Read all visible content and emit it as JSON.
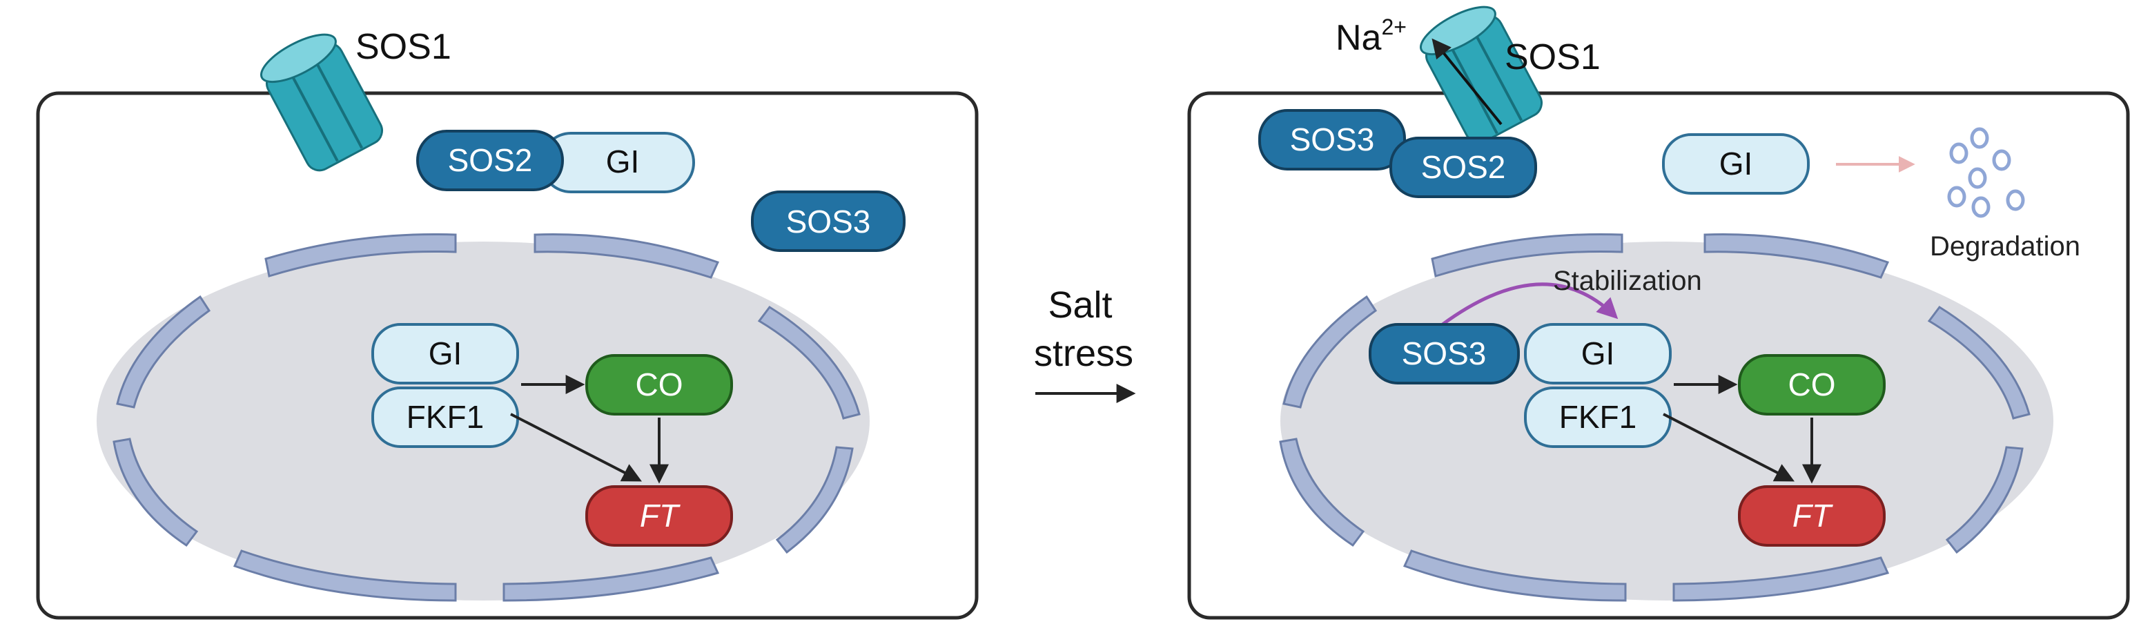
{
  "left_panel": {
    "sos1_label": "SOS1",
    "sos2_label": "SOS2",
    "gi_cyto_label": "GI",
    "sos3_label": "SOS3",
    "gi_nuc_label": "GI",
    "fkf1_label": "FKF1",
    "co_label": "CO",
    "ft_label": "FT"
  },
  "arrow": {
    "line1": "Salt",
    "line2": "stress"
  },
  "right_panel": {
    "ion_base": "Na",
    "ion_charge": "2+",
    "sos1_label": "SOS1",
    "sos3_cyto_label": "SOS3",
    "sos2_label": "SOS2",
    "gi_cyto_label": "GI",
    "degradation_label": "Degradation",
    "stabilization_label": "Stabilization",
    "sos3_nuc_label": "SOS3",
    "gi_nuc_label": "GI",
    "fkf1_label": "FKF1",
    "co_label": "CO",
    "ft_label": "FT"
  },
  "colors": {
    "cell_border": "#2a2a2a",
    "nucleus_fill": "#dcdde2",
    "envelope_fill": "#a8b6d6",
    "envelope_stroke": "#6b7ea8",
    "sos_dark": "#2272a3",
    "sos_dark_stroke": "#13405e",
    "gi_light": "#d9eef7",
    "gi_light_stroke": "#2f6f96",
    "co_green": "#3f9a3a",
    "ft_red": "#cc3d3d",
    "channel_teal": "#2ea7b8",
    "stabilization_arrow": "#9a4fb3",
    "degradation_arrow": "#eab3b3",
    "degradation_dots": "#8fa6d6"
  }
}
